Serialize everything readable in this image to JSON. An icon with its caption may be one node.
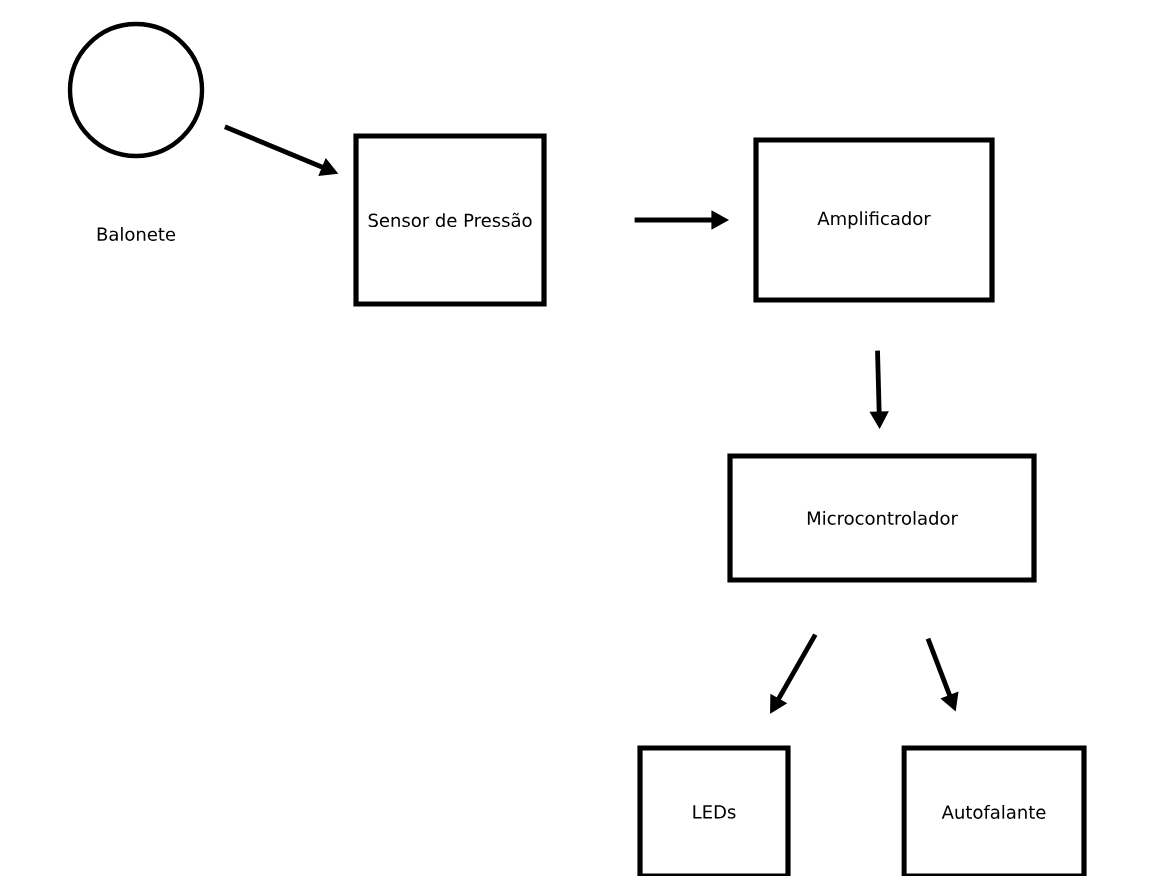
{
  "diagram": {
    "nodes": [
      {
        "text": [],
        "shape": "circle",
        "beside": [
          "Balonete"
        ]
      },
      {
        "text": [
          "Sensor de Pressão"
        ]
      },
      {
        "text": [
          "Amplificador"
        ]
      },
      {
        "text": [
          "Microcontrolador"
        ]
      },
      {
        "text": [
          "LEDs"
        ]
      },
      {
        "text": [
          "Autofalante"
        ]
      }
    ],
    "edges": [
      {
        "from": 0,
        "to": 1,
        "arrow": "to"
      },
      {
        "from": 1,
        "to": 2,
        "arrow": "to"
      },
      {
        "from": 2,
        "to": 3,
        "arrow": "to"
      },
      {
        "from": 3,
        "to": 4,
        "arrow": "to"
      },
      {
        "from": 3,
        "to": 5,
        "arrow": "to"
      }
    ]
  }
}
